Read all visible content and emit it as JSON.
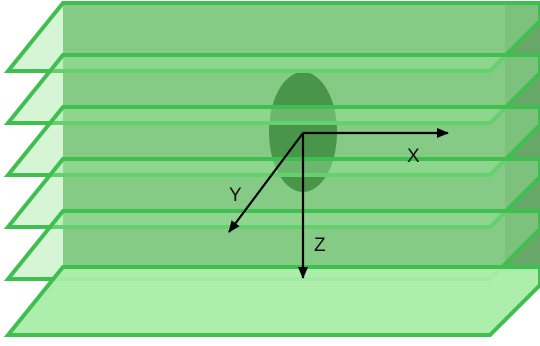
{
  "diagram": {
    "axes": {
      "x_label": "X",
      "y_label": "Y",
      "z_label": "Z"
    },
    "layers": {
      "count": 6,
      "fill_color": "#9be89b",
      "edge_color": "#3fbf4f"
    },
    "ellipsoid": {
      "color": "#0f5a0f"
    },
    "side_wall_color": "#a0a0a0",
    "axis_color": "#000000"
  }
}
